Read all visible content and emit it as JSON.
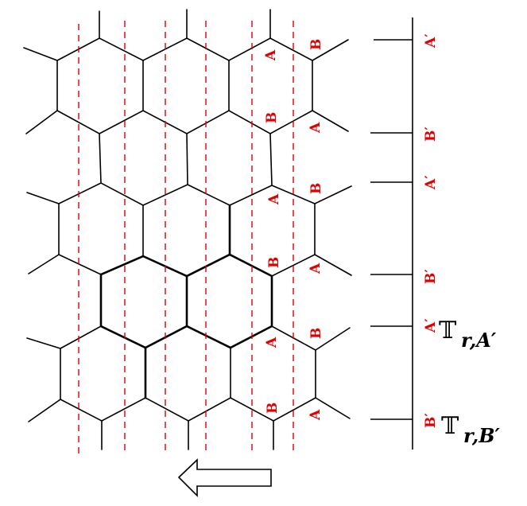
{
  "site_labels": {
    "a": "A",
    "b": "B",
    "a_prime": "A′",
    "b_prime": "B′"
  },
  "operators": {
    "t_a": {
      "symbol": "𝕋",
      "subscript": "r,A′"
    },
    "t_b": {
      "symbol": "𝕋",
      "subscript": "r,B′"
    }
  },
  "colors": {
    "lattice": "#000000",
    "dashed_lines": "#e00000",
    "labels": "#e00000"
  },
  "icons": {
    "direction_arrow": "arrow-left-outline"
  }
}
